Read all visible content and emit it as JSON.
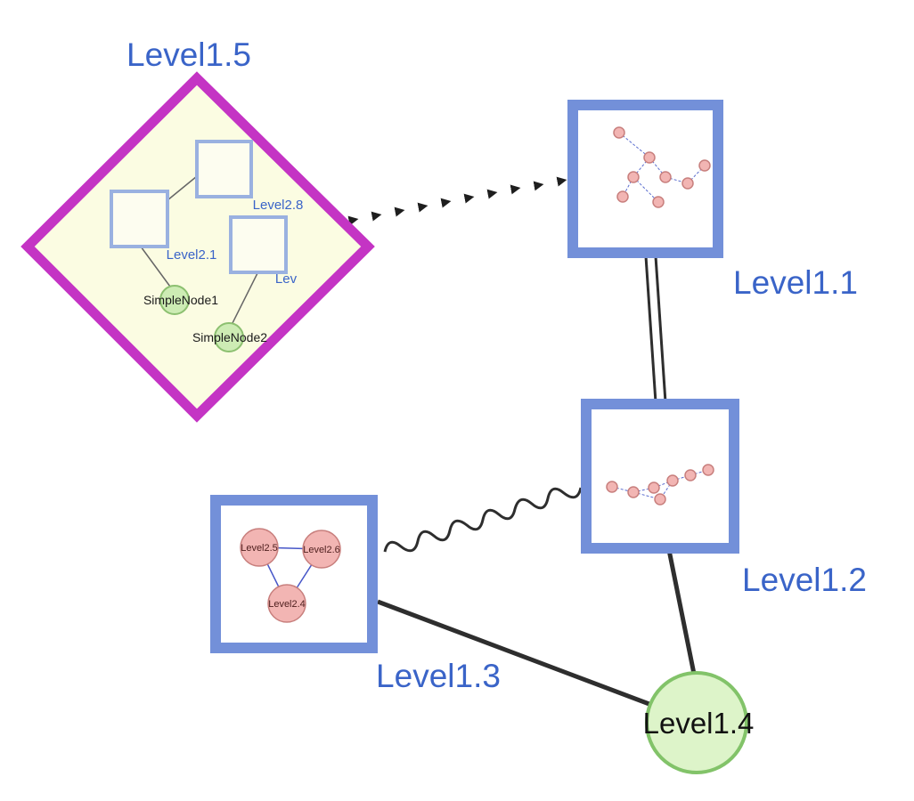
{
  "colors": {
    "label_blue": "#3a64c8",
    "box_border_blue": "#7390d9",
    "inner_square_blue": "#9ab1e0",
    "diamond_magenta": "#c434c4",
    "diamond_fill": "#fbfce2",
    "green_node_fill": "#cdecb4",
    "green_node_stroke": "#8cc070",
    "big_green_fill": "#ddf4c9",
    "big_green_stroke": "#82c369",
    "pink_node_fill": "#f2b5b3",
    "pink_node_stroke": "#c87f7d",
    "mini_edge_blue": "#5b6ecf",
    "edge_dark": "#2e2e2e"
  },
  "group": {
    "label": "Level1.5",
    "squares": [
      {
        "label": "Level2.8"
      },
      {
        "label": "Level2.1"
      },
      {
        "label": "Lev"
      }
    ],
    "simple_nodes": [
      {
        "label": "SimpleNode1"
      },
      {
        "label": "SimpleNode2"
      }
    ]
  },
  "nodes": [
    {
      "label": "Level1.1"
    },
    {
      "label": "Level1.2"
    },
    {
      "label": "Level1.3"
    },
    {
      "label": "Level1.4"
    }
  ],
  "level13_children": [
    {
      "label": "Level2.5"
    },
    {
      "label": "Level2.6"
    },
    {
      "label": "Level2.4"
    }
  ]
}
